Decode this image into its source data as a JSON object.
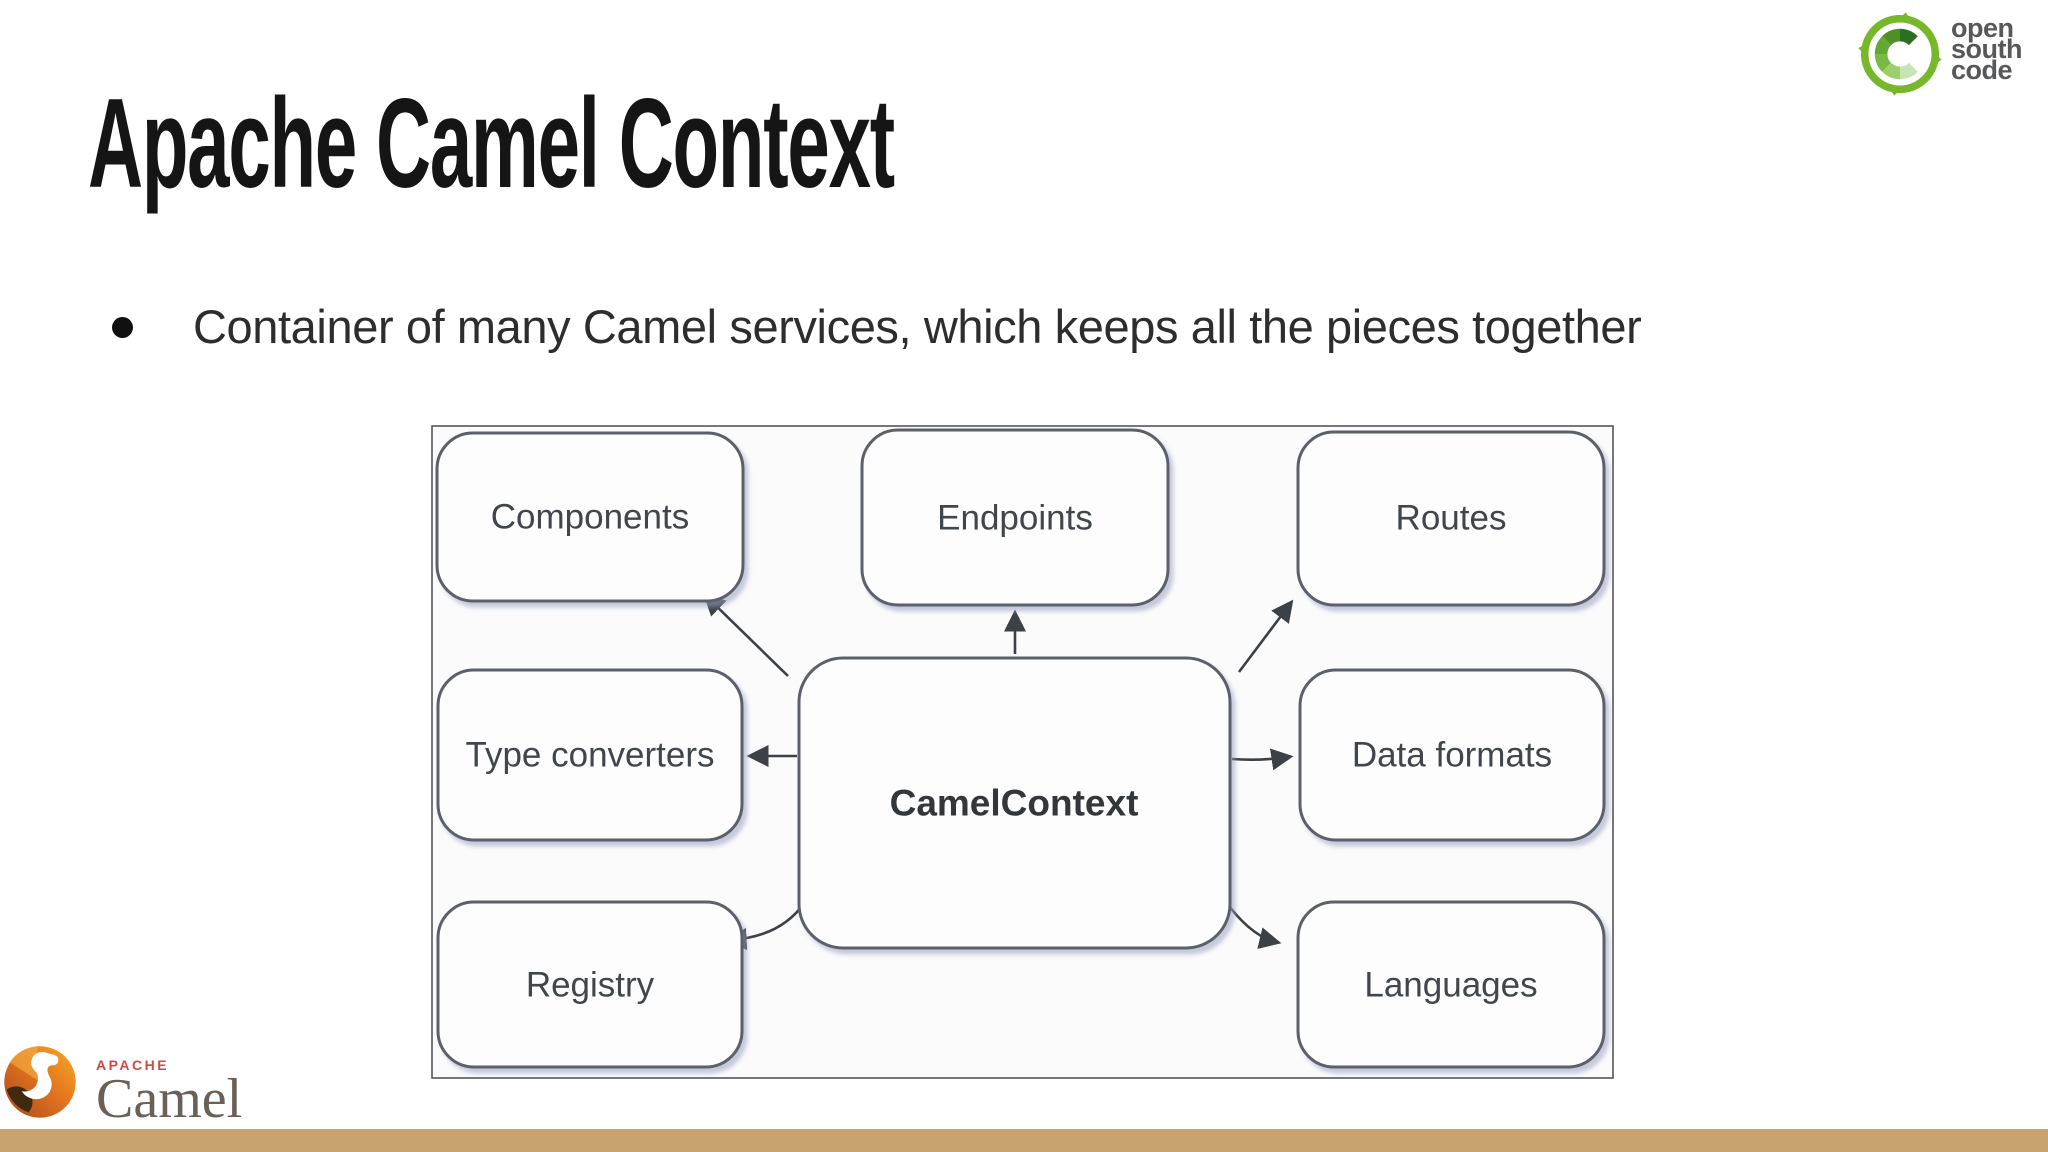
{
  "slide": {
    "title": "Apache Camel Context",
    "bullet_text": "Container of many Camel services, which keeps all the pieces together"
  },
  "header_logo": {
    "name": "OpenSouthCode",
    "lines": [
      "open",
      "south",
      "code"
    ],
    "text_color": "#57585a",
    "green": "#77b82b"
  },
  "diagram": {
    "center": {
      "label": "CamelContext"
    },
    "nodes": [
      {
        "id": "components",
        "label": "Components"
      },
      {
        "id": "endpoints",
        "label": "Endpoints"
      },
      {
        "id": "routes",
        "label": "Routes"
      },
      {
        "id": "type-converters",
        "label": "Type converters"
      },
      {
        "id": "data-formats",
        "label": "Data formats"
      },
      {
        "id": "registry",
        "label": "Registry"
      },
      {
        "id": "languages",
        "label": "Languages"
      }
    ],
    "colors": {
      "box_fill": "#fdfdfe",
      "box_border": "#5b6168",
      "arrow": "#3c4147",
      "canvas_fill": "#fbfbfc",
      "canvas_border": "#55565a"
    }
  },
  "footer_logo": {
    "brand": "APACHE",
    "product": "Camel",
    "brand_color": "#cd4a45",
    "product_color": "#6b6055"
  },
  "footer": {
    "bar_color": "#c9a272"
  }
}
